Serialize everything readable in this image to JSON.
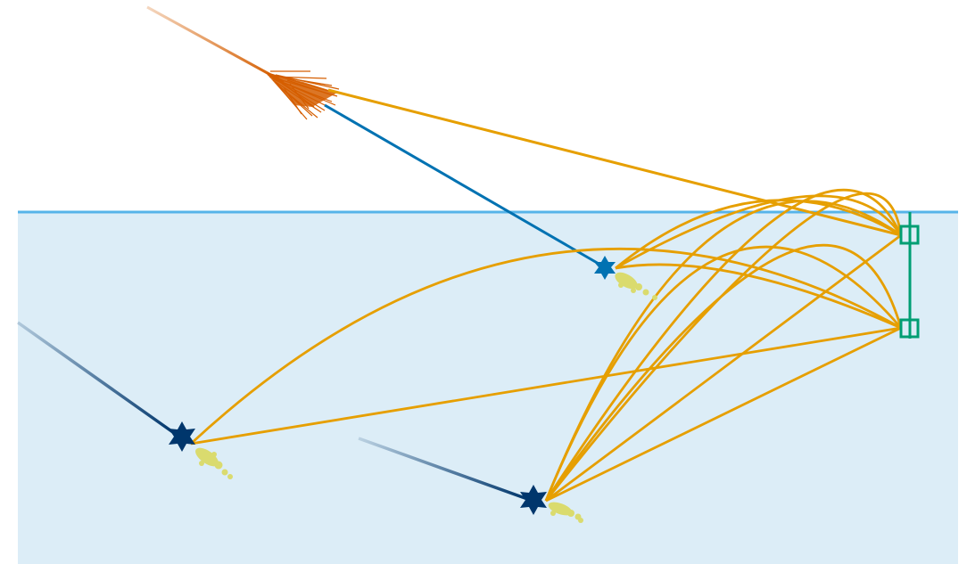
{
  "diagram": {
    "colors": {
      "background": "#ffffff",
      "water_fill": "#dcedf7",
      "water_surface": "#56b4e9",
      "radio_ray": "#e69f00",
      "cosmic_ray": "#d55e00",
      "muon_track": "#0072b2",
      "neutrino_track": "#00366c",
      "cascade": "#dadb6e",
      "antenna_string": "#009e73"
    },
    "icons": {
      "interaction": "star-icon",
      "antenna": "square-antenna-icon",
      "shower": "air-shower-icon"
    },
    "counts": {
      "interaction_vertices": 3,
      "antennas": 2,
      "radio_ray_paths": 14
    }
  }
}
